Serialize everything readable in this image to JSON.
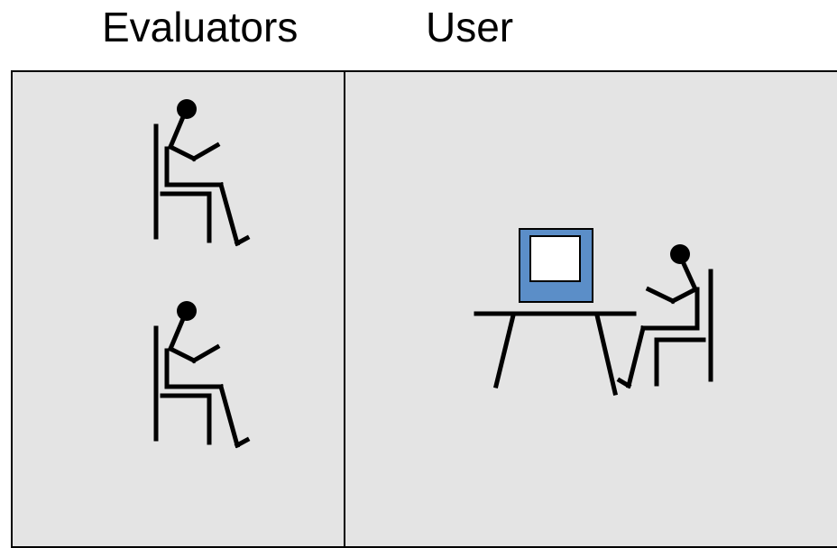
{
  "labels": {
    "evaluators": "Evaluators",
    "user": "User"
  },
  "colors": {
    "room_fill": "#e4e4e4",
    "line": "#000000",
    "monitor_frame": "#5b8ec8",
    "monitor_screen": "#ffffff"
  },
  "rooms": [
    {
      "name": "evaluators-room",
      "figures": [
        "seated-person-icon",
        "seated-person-icon"
      ]
    },
    {
      "name": "user-room",
      "figures": [
        "desk-icon",
        "computer-monitor-icon",
        "seated-person-icon"
      ]
    }
  ]
}
